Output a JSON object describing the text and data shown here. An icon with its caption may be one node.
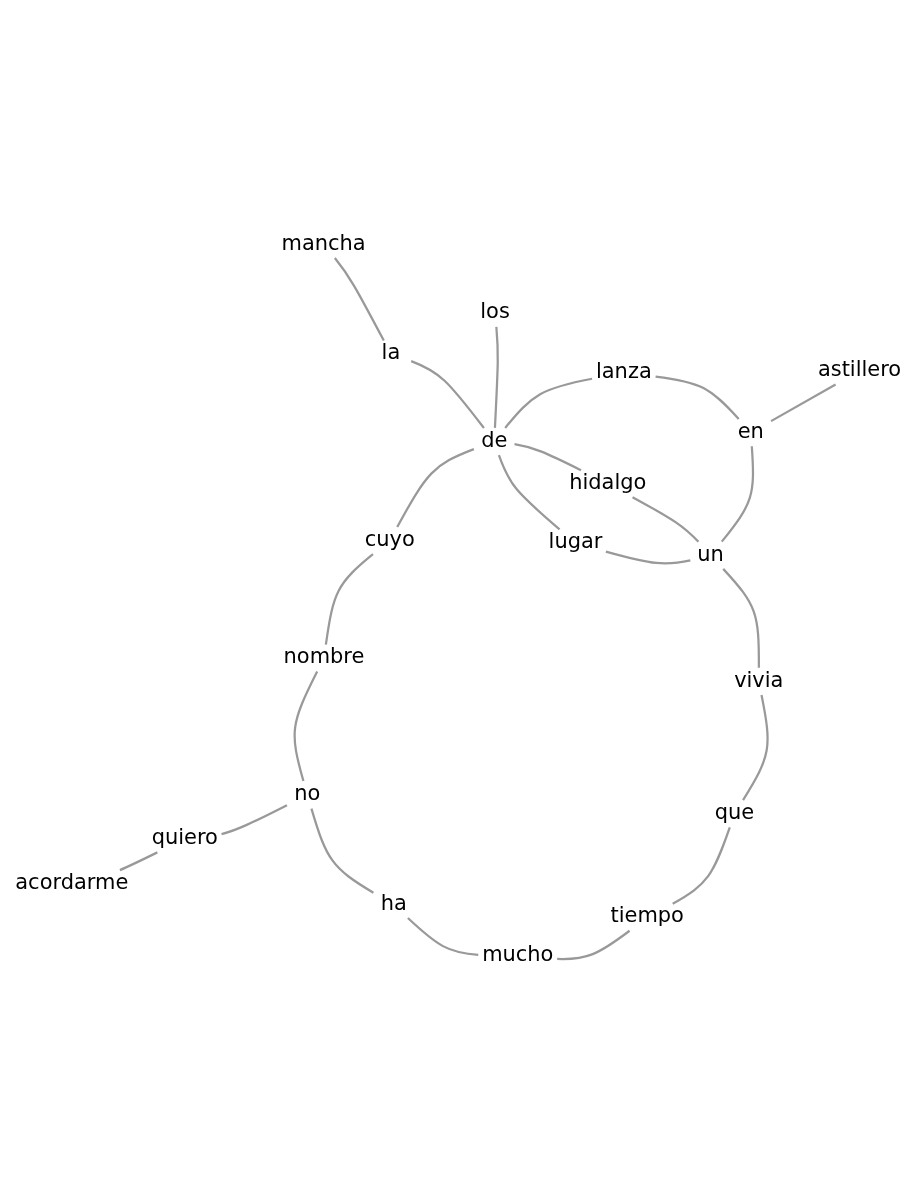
{
  "diagram": {
    "nodes": [
      {
        "text": [
          "acordarme"
        ]
      },
      {
        "text": [
          "quiero"
        ]
      },
      {
        "text": [
          "ha"
        ]
      },
      {
        "text": [
          "no"
        ]
      },
      {
        "text": [
          "mucho"
        ]
      },
      {
        "text": [
          "tiempo"
        ]
      },
      {
        "text": [
          "nombre"
        ]
      },
      {
        "text": [
          "que"
        ]
      },
      {
        "text": [
          "cuyo"
        ]
      },
      {
        "text": [
          "lugar"
        ]
      },
      {
        "text": [
          "vivia"
        ]
      },
      {
        "text": [
          "un"
        ]
      },
      {
        "text": [
          "los"
        ]
      },
      {
        "text": [
          "de"
        ]
      },
      {
        "text": [
          "hidalgo"
        ]
      },
      {
        "text": [
          "la"
        ]
      },
      {
        "text": [
          "lanza"
        ]
      },
      {
        "text": [
          "en"
        ]
      },
      {
        "text": [
          "mancha"
        ]
      },
      {
        "text": [
          "astillero"
        ]
      }
    ],
    "edges": [
      {
        "from": 0,
        "to": 1,
        "arrow": "none"
      },
      {
        "from": 1,
        "to": 3,
        "arrow": "none"
      },
      {
        "from": 3,
        "to": 2,
        "arrow": "none"
      },
      {
        "from": 2,
        "to": 4,
        "arrow": "none"
      },
      {
        "from": 4,
        "to": 5,
        "arrow": "none"
      },
      {
        "from": 5,
        "to": 7,
        "arrow": "none"
      },
      {
        "from": 7,
        "to": 10,
        "arrow": "none"
      },
      {
        "from": 10,
        "to": 11,
        "arrow": "none"
      },
      {
        "from": 11,
        "to": 9,
        "arrow": "none"
      },
      {
        "from": 9,
        "to": 13,
        "arrow": "none"
      },
      {
        "from": 13,
        "to": 8,
        "arrow": "none"
      },
      {
        "from": 8,
        "to": 6,
        "arrow": "none"
      },
      {
        "from": 6,
        "to": 3,
        "arrow": "none"
      },
      {
        "from": 13,
        "to": 12,
        "arrow": "none"
      },
      {
        "from": 13,
        "to": 15,
        "arrow": "none"
      },
      {
        "from": 15,
        "to": 18,
        "arrow": "none"
      },
      {
        "from": 13,
        "to": 14,
        "arrow": "none"
      },
      {
        "from": 14,
        "to": 11,
        "arrow": "none"
      },
      {
        "from": 13,
        "to": 16,
        "arrow": "none"
      },
      {
        "from": 16,
        "to": 17,
        "arrow": "none"
      },
      {
        "from": 17,
        "to": 11,
        "arrow": "none"
      },
      {
        "from": 17,
        "to": 19,
        "arrow": "none"
      }
    ]
  }
}
